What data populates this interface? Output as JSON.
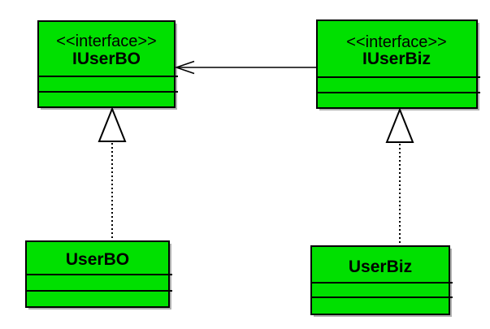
{
  "diagram": {
    "type": "uml-class-diagram",
    "background_color": "#ffffff",
    "node_fill_color": "#00e000",
    "node_border_color": "#000000",
    "shadow_color": "#b0b0b0",
    "text_color": "#000000",
    "classes": [
      {
        "stereotype": "<<interface>>",
        "name": "IUserBO",
        "attributes": [],
        "methods": []
      },
      {
        "stereotype": "<<interface>>",
        "name": "IUserBiz",
        "attributes": [],
        "methods": []
      },
      {
        "stereotype": "",
        "name": "UserBO",
        "attributes": [],
        "methods": []
      },
      {
        "stereotype": "",
        "name": "UserBiz",
        "attributes": [],
        "methods": []
      }
    ],
    "relationships": [
      {
        "type": "directed-association",
        "from": "IUserBiz",
        "to": "IUserBO",
        "line_style": "solid",
        "arrowhead": "open-arrow"
      },
      {
        "type": "realization",
        "from": "UserBO",
        "to": "IUserBO",
        "line_style": "dotted",
        "arrowhead": "hollow-triangle"
      },
      {
        "type": "realization",
        "from": "UserBiz",
        "to": "IUserBiz",
        "line_style": "dotted",
        "arrowhead": "hollow-triangle"
      }
    ]
  }
}
